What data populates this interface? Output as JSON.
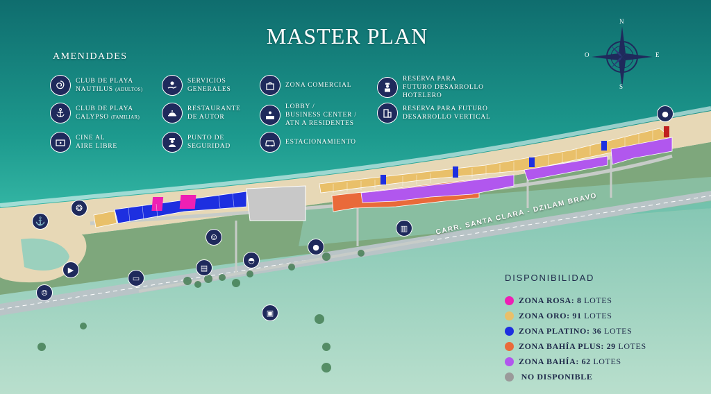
{
  "title": "MASTER PLAN",
  "amenities": {
    "heading": "AMENIDADES",
    "items": [
      {
        "icon": "shell-icon",
        "label": "CLUB DE PLAYA\nNAUTILUS",
        "note": "(ADULTOS)"
      },
      {
        "icon": "anchor-icon",
        "label": "CLUB DE PLAYA\nCALYPSO",
        "note": "(FAMILIAR)"
      },
      {
        "icon": "cinema-icon",
        "label": "CINE AL\nAIRE LIBRE",
        "note": ""
      },
      {
        "icon": "service-hand-icon",
        "label": "SERVICIOS\nGENERALES",
        "note": ""
      },
      {
        "icon": "cloche-icon",
        "label": "RESTAURANTE\nDE AUTOR",
        "note": ""
      },
      {
        "icon": "guard-icon",
        "label": "PUNTO DE\nSEGURIDAD",
        "note": ""
      },
      {
        "icon": "shopping-bag-icon",
        "label": "ZONA COMERCIAL",
        "note": ""
      },
      {
        "icon": "reception-icon",
        "label": "LOBBY /\nBUSINESS CENTER /\nATN A RESIDENTES",
        "note": ""
      },
      {
        "icon": "car-icon",
        "label": "ESTACIONAMIENTO",
        "note": ""
      },
      {
        "icon": "bellhop-icon",
        "label": "RESERVA PARA\nFUTURO DESARROLLO\nHOTELERO",
        "note": ""
      },
      {
        "icon": "building-icon",
        "label": "RESERVA PARA FUTURO\nDESARROLLO VERTICAL",
        "note": ""
      }
    ]
  },
  "road_label": "CARR. SANTA CLARA - DZILAM BRAVO",
  "compass": {
    "n": "N",
    "s": "S",
    "e": "E",
    "o": "O"
  },
  "legend": {
    "heading": "DISPONIBILIDAD",
    "items": [
      {
        "zone": "ZONA ROSA:",
        "count": "8",
        "unit": "LOTES",
        "color": "#ee1fb4"
      },
      {
        "zone": "ZONA ORO:",
        "count": "91",
        "unit": "LOTES",
        "color": "#e9c06a"
      },
      {
        "zone": "ZONA PLATINO:",
        "count": "36",
        "unit": "LOTES",
        "color": "#1d2fe0"
      },
      {
        "zone": "ZONA BAHÍA PLUS:",
        "count": "29",
        "unit": "LOTES",
        "color": "#e96a3a"
      },
      {
        "zone": "ZONA BAHÍA:",
        "count": "62",
        "unit": "LOTES",
        "color": "#b157ee"
      },
      {
        "zone": "NO DISPONIBLE",
        "count": "",
        "unit": "",
        "color": "#9a9a9a"
      }
    ]
  }
}
